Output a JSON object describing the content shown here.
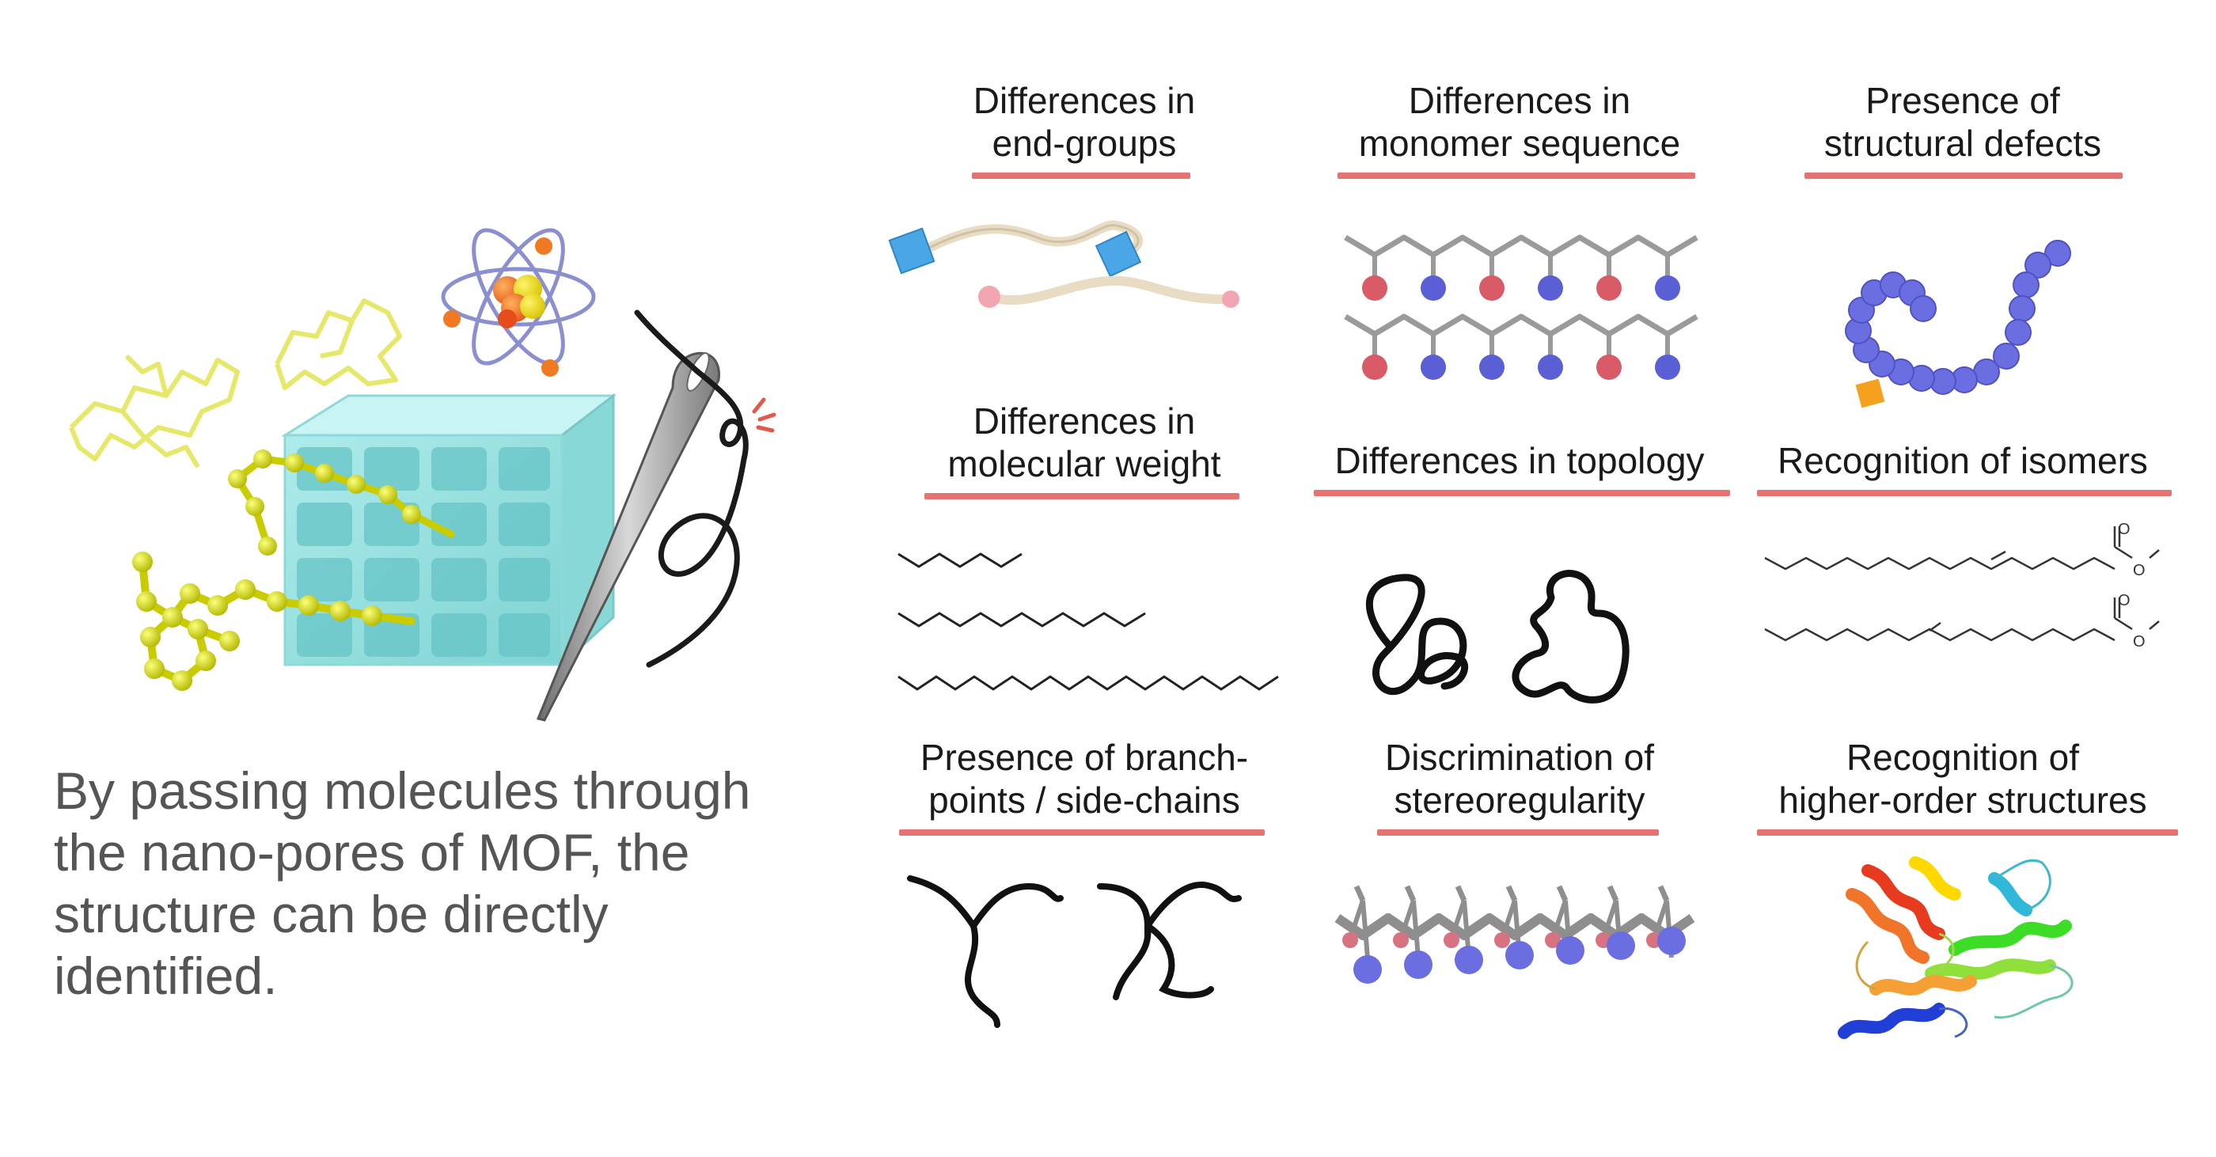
{
  "summary": {
    "lines": [
      "By passing molecules through",
      "the nano-pores of MOF, the",
      "structure can be directly",
      "identified."
    ]
  },
  "accent_color": "#e57373",
  "cells": [
    {
      "id": "end-groups",
      "title": [
        "Differences in",
        "end-groups"
      ]
    },
    {
      "id": "monomer-sequence",
      "title": [
        "Differences in",
        "monomer sequence"
      ]
    },
    {
      "id": "structural-defects",
      "title": [
        "Presence of",
        "structural defects"
      ]
    },
    {
      "id": "molecular-weight",
      "title": [
        "Differences in",
        "molecular weight"
      ]
    },
    {
      "id": "topology",
      "title": [
        "Differences in topology"
      ]
    },
    {
      "id": "isomers",
      "title": [
        "Recognition of isomers"
      ]
    },
    {
      "id": "branch-points",
      "title": [
        "Presence of branch-",
        "points / side-chains"
      ]
    },
    {
      "id": "stereoregularity",
      "title": [
        "Discrimination of",
        "stereoregularity"
      ]
    },
    {
      "id": "higher-order",
      "title": [
        "Recognition of",
        "higher-order structures"
      ]
    }
  ],
  "isomer_labels": {
    "carbonyl": "O",
    "ester_oxygen": "O"
  }
}
